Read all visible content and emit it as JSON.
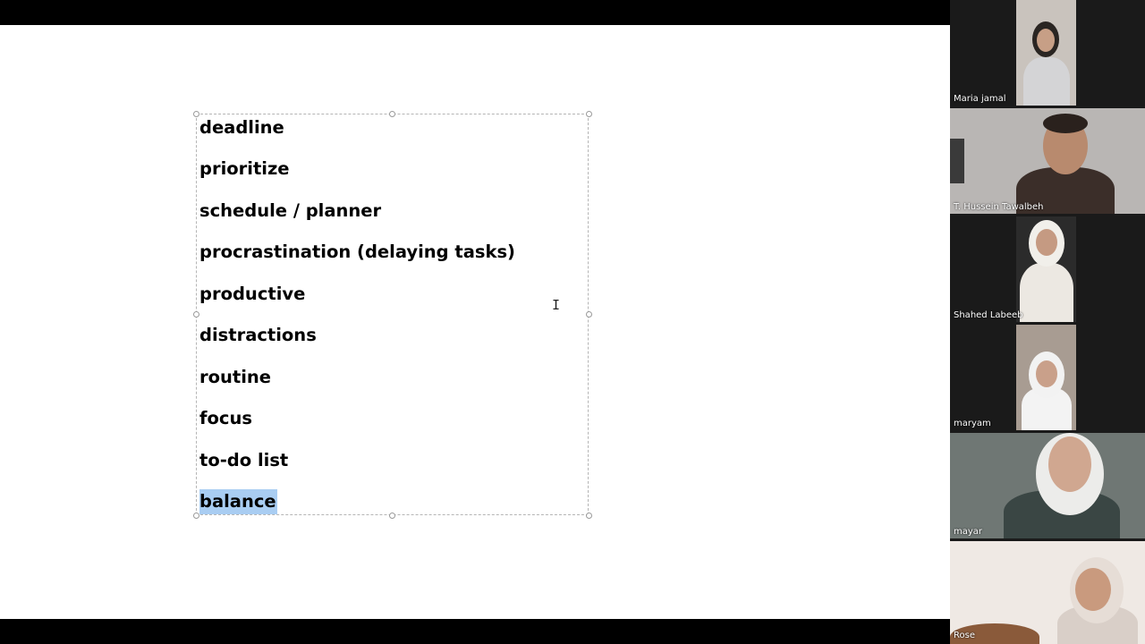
{
  "slide": {
    "vocabulary": [
      "deadline",
      "prioritize",
      "schedule / planner",
      "procrastination (delaying tasks)",
      "productive",
      "distractions",
      "routine",
      "focus",
      "to-do list",
      "balance"
    ],
    "selected_word_index": 9
  },
  "cursor": {
    "type": "i-beam",
    "glyph": "I"
  },
  "participants": [
    {
      "name": "Maria jamal",
      "video": "on"
    },
    {
      "name": "T. Hussein Tawalbeh",
      "video": "on"
    },
    {
      "name": "Shahed Labeeb",
      "video": "on"
    },
    {
      "name": "maryam",
      "video": "on"
    },
    {
      "name": "mayar",
      "video": "on"
    },
    {
      "name": "Rose",
      "video": "on"
    }
  ],
  "colors": {
    "selection_highlight": "#a9cdf2",
    "panel_background": "#1a1a1a",
    "slide_background": "#ffffff"
  }
}
